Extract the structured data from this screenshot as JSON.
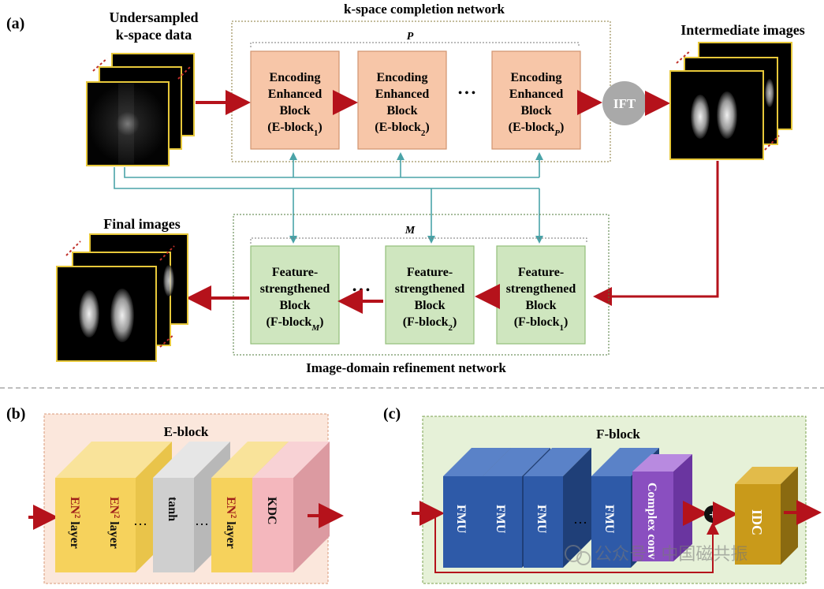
{
  "panel_a": {
    "label": "(a)",
    "kspace_title": "k-space completion network",
    "undersampled_line1": "Undersampled",
    "undersampled_line2": "k-space data",
    "p_label": "P",
    "m_label": "M",
    "intermediate_label": "Intermediate images",
    "ift_label": "IFT",
    "final_label": "Final images",
    "refine_title": "Image-domain refinement network",
    "dots": "• • •",
    "e_blocks": [
      {
        "line1": "Encoding",
        "line2": "Enhanced",
        "line3": "Block",
        "id_pre": "(E-block",
        "id_sub": "1",
        "id_post": ")"
      },
      {
        "line1": "Encoding",
        "line2": "Enhanced",
        "line3": "Block",
        "id_pre": "(E-block",
        "id_sub": "2",
        "id_post": ")"
      },
      {
        "line1": "Encoding",
        "line2": "Enhanced",
        "line3": "Block",
        "id_pre": "(E-block",
        "id_sub": "P",
        "id_post": ")"
      }
    ],
    "f_blocks": [
      {
        "line1": "Feature-",
        "line2": "strengthened",
        "line3": "Block",
        "id_pre": "(F-block",
        "id_sub": "M",
        "id_post": ")"
      },
      {
        "line1": "Feature-",
        "line2": "strengthened",
        "line3": "Block",
        "id_pre": "(F-block",
        "id_sub": "2",
        "id_post": ")"
      },
      {
        "line1": "Feature-",
        "line2": "strengthened",
        "line3": "Block",
        "id_pre": "(F-block",
        "id_sub": "1",
        "id_post": ")"
      }
    ]
  },
  "panel_b": {
    "label": "(b)",
    "title": "E-block",
    "layers": [
      {
        "text_main": "EN",
        "text_sup": "2",
        "text_tail": " layer"
      },
      {
        "text_main": "EN",
        "text_sup": "2",
        "text_tail": " layer"
      },
      {
        "text_main": "tanh",
        "text_sup": "",
        "text_tail": ""
      },
      {
        "text_main": "EN",
        "text_sup": "2",
        "text_tail": " layer"
      },
      {
        "text_main": "KDC",
        "text_sup": "",
        "text_tail": ""
      }
    ],
    "dots": "…"
  },
  "panel_c": {
    "label": "(c)",
    "title": "F-block",
    "fmu": [
      "FMU",
      "FMU",
      "FMU",
      "FMU"
    ],
    "complex_label": "Complex conv",
    "idc_label": "IDC",
    "plus": "+",
    "dots": "…"
  },
  "watermark": "公众号 · 中国磁共振",
  "colors": {
    "arrow_red": "#b5121b",
    "teal": "#4aa3a8",
    "e_block_fill": "#f7c6a8",
    "f_block_fill": "#cfe6bf",
    "b_bg": "#fbe7dc",
    "c_bg": "#e6f1d8",
    "fmu_blue": "#2e5aa8",
    "complex_purple": "#8a4fc0",
    "idc_gold": "#c99a1a",
    "en_yellow": "#f6d25c",
    "tanh_gray": "#cfcfcf",
    "kdc_pink": "#f4b7bd"
  }
}
